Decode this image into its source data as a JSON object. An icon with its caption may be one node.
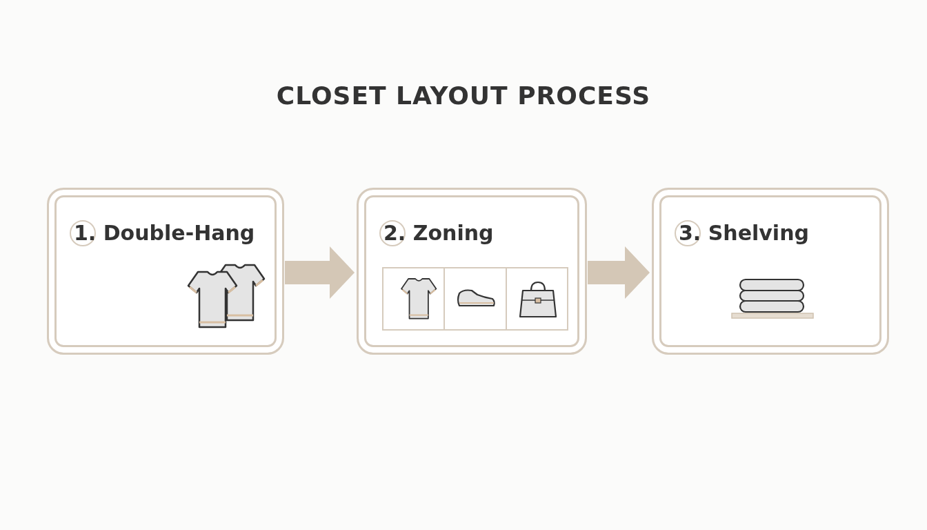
{
  "diagram": {
    "title": "CLOSET LAYOUT PROCESS",
    "nodes": [
      {
        "text": [
          "1. Double-Hang"
        ]
      },
      {
        "text": [
          "2. Zoning"
        ]
      },
      {
        "text": [
          "3. Shelving"
        ]
      }
    ],
    "edges": [
      {
        "from": 0,
        "to": 1,
        "arrow": "to"
      },
      {
        "from": 1,
        "to": 2,
        "arrow": "to"
      }
    ]
  }
}
